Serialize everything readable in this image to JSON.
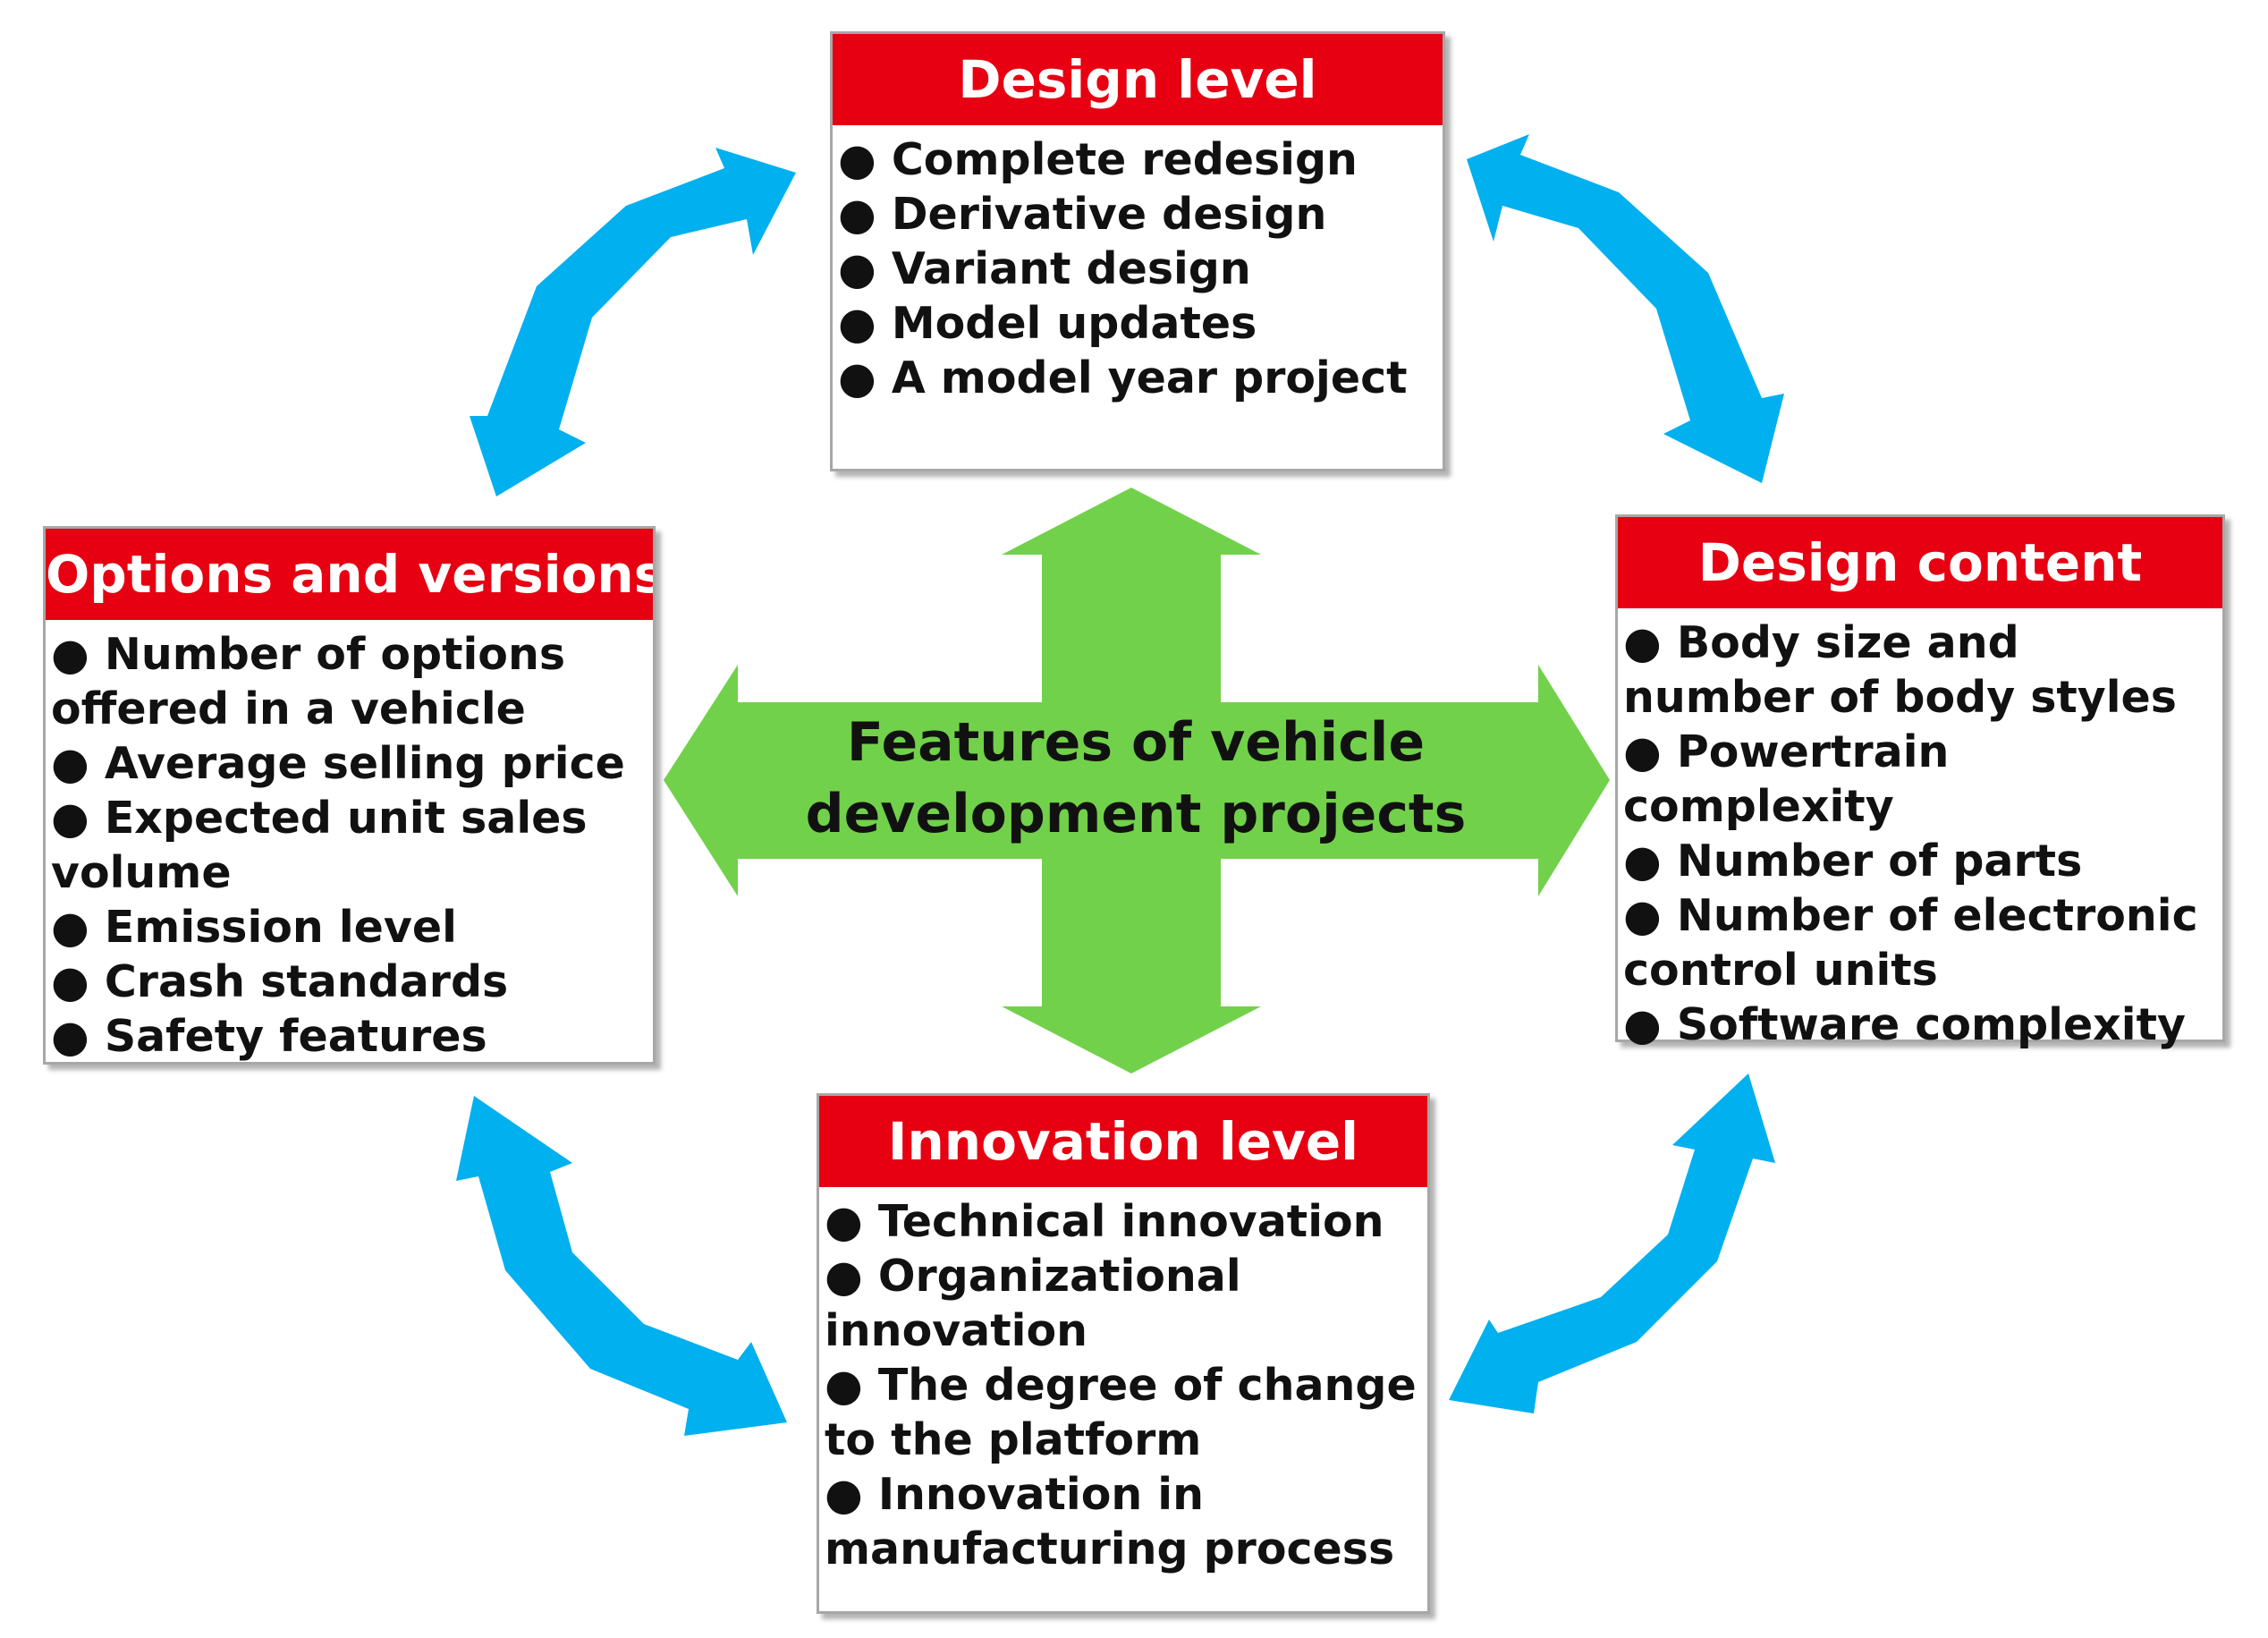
{
  "colors": {
    "header_red": "#e60012",
    "center_arrow_green": "#72d14a",
    "cycle_arrow_blue": "#00b0ef"
  },
  "center": {
    "title": "Features of vehicle\ndevelopment projects",
    "icon": "four-way-arrow-icon"
  },
  "boxes": {
    "design_level": {
      "title": "Design level",
      "items": [
        "● Complete redesign",
        "● Derivative design",
        "● Variant design",
        "● Model updates",
        "● A model year project"
      ]
    },
    "options_versions": {
      "title": "Options and versions",
      "items": [
        "● Number of options offered in a vehicle",
        "● Average selling price",
        "● Expected unit sales volume",
        "● Emission level",
        "● Crash standards",
        "● Safety features"
      ]
    },
    "design_content": {
      "title": "Design content",
      "items": [
        "● Body size and number of body styles",
        "● Powertrain  complexity",
        "● Number of parts",
        "● Number of electronic control units",
        "● Software complexity"
      ]
    },
    "innovation_level": {
      "title": "Innovation level",
      "items": [
        "● Technical innovation",
        "● Organizational innovation",
        "● The degree of change to the platform",
        "● Innovation in manufacturing process"
      ]
    }
  },
  "cycle_arrows": [
    "double-headed-curved-arrow-icon"
  ]
}
